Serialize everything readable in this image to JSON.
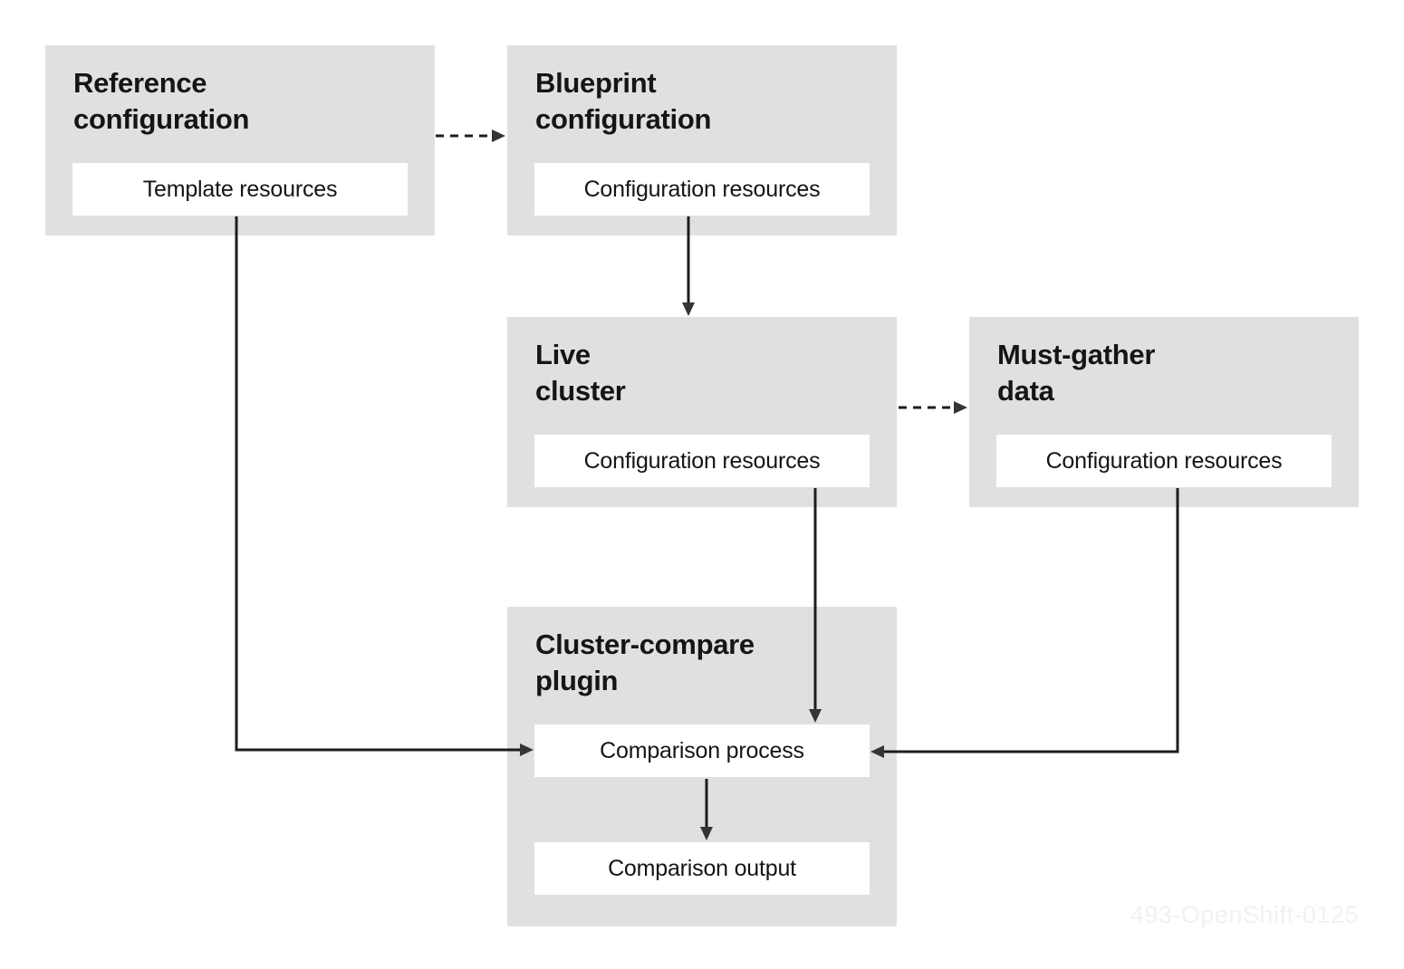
{
  "boxes": {
    "reference": {
      "title": "Reference\nconfiguration",
      "item": "Template resources"
    },
    "blueprint": {
      "title": "Blueprint\nconfiguration",
      "item": "Configuration resources"
    },
    "live_cluster": {
      "title": "Live\ncluster",
      "item": "Configuration resources"
    },
    "must_gather": {
      "title": "Must-gather\ndata",
      "item": "Configuration resources"
    },
    "plugin": {
      "title": "Cluster-compare\nplugin",
      "item_process": "Comparison process",
      "item_output": "Comparison output"
    }
  },
  "watermark": "493-OpenShift-0125",
  "colors": {
    "box_background": "#e0e0e0",
    "inner_box_background": "#ffffff",
    "text": "#151515",
    "line": "#1d1d1d",
    "arrowhead": "#353535",
    "watermark": "#f0f1f1"
  }
}
